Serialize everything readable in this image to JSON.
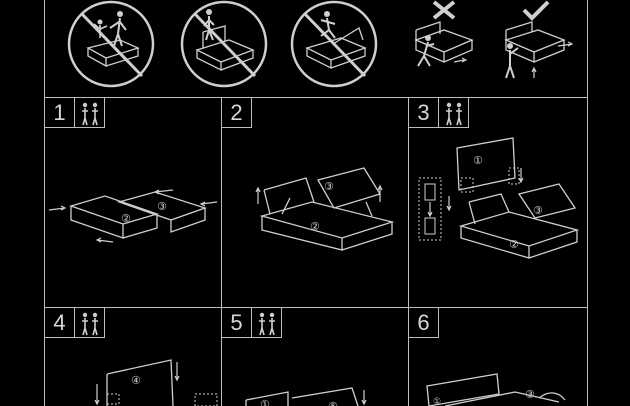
{
  "colors": {
    "background": "#000000",
    "line": "#bdbdbd",
    "artwork": "#cfcfcf"
  },
  "warnings": {
    "icons": [
      "prohibited-lifting-icon",
      "prohibited-standing-icon",
      "prohibited-sitting-icon",
      "incorrect-carry-icon",
      "correct-carry-icon"
    ]
  },
  "steps": [
    {
      "number": "1",
      "persons_icon": "two-person-icon",
      "callouts": [
        "②",
        "③"
      ]
    },
    {
      "number": "2",
      "callouts": [
        "②",
        "③"
      ]
    },
    {
      "number": "3",
      "persons_icon": "two-person-icon",
      "callouts": [
        "①",
        "②",
        "③"
      ]
    },
    {
      "number": "4",
      "persons_icon": "two-person-icon",
      "callouts": [
        "④"
      ]
    },
    {
      "number": "5",
      "persons_icon": "two-person-icon",
      "callouts": [
        "①",
        "⑤"
      ]
    },
    {
      "number": "6",
      "callouts": [
        "③"
      ]
    }
  ]
}
